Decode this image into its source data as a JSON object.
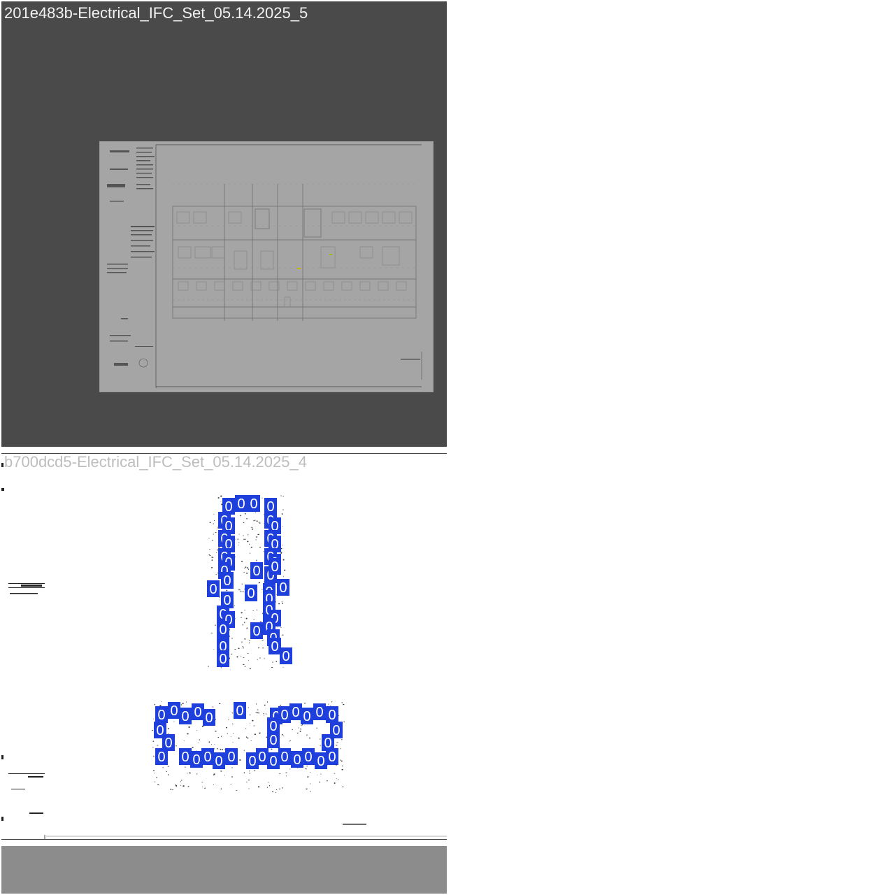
{
  "panels": [
    {
      "title": "201e483b-Electrical_IFC_Set_05.14.2025_5"
    },
    {
      "title": "b700dcd5-Electrical_IFC_Set_05.14.2025_4"
    },
    {
      "title": ""
    }
  ],
  "markers": {
    "label": "0",
    "color": "#1f3fdc",
    "count": 89
  }
}
